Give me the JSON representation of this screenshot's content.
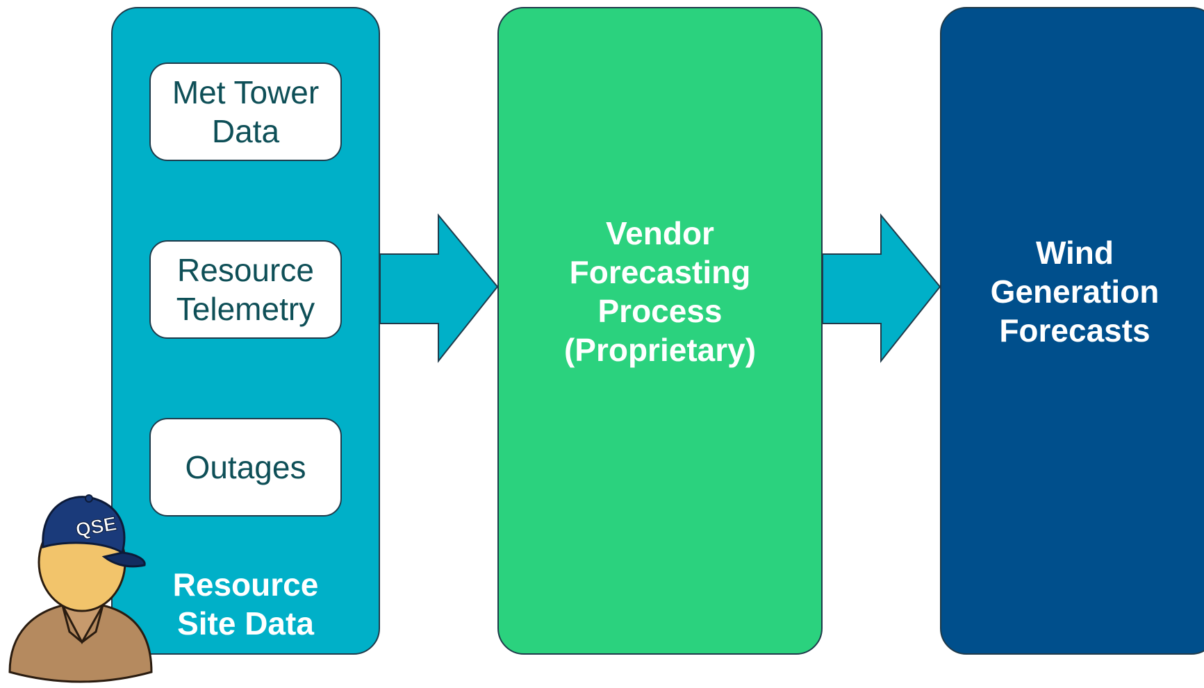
{
  "colors": {
    "site_panel": "#00b0c8",
    "vendor_panel": "#2bd27e",
    "forecast_panel": "#004f8c",
    "arrow": "#00b0c8",
    "inner_box_text": "#0e4f57"
  },
  "site_panel": {
    "items": [
      {
        "line1": "Met Tower",
        "line2": "Data"
      },
      {
        "line1": "Resource",
        "line2": "Telemetry"
      },
      {
        "line1": "Outages"
      }
    ],
    "label_line1": "Resource",
    "label_line2": "Site Data"
  },
  "vendor_panel": {
    "line1": "Vendor",
    "line2": "Forecasting",
    "line3": "Process",
    "line4": "(Proprietary)"
  },
  "forecast_panel": {
    "line1": "Wind",
    "line2": "Generation",
    "line3": "Forecasts"
  },
  "qse_icon": {
    "cap_text": "QSE",
    "icon": "person-with-cap-icon"
  }
}
